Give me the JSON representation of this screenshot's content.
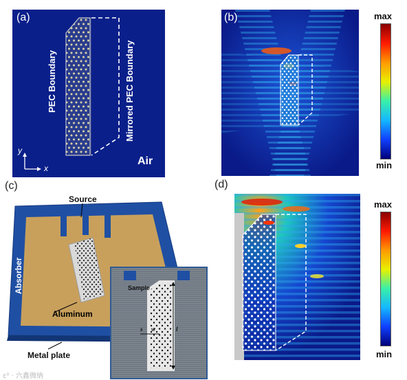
{
  "panels": {
    "a": {
      "label": "(a)",
      "pec": "PEC Boundary",
      "mirrored": "Mirrored PEC Boundary",
      "air": "Air",
      "axis_y": "y",
      "axis_x": "x"
    },
    "b": {
      "label": "(b)",
      "cbar_max": "max",
      "cbar_min": "min"
    },
    "c": {
      "label": "(c)",
      "source": "Source",
      "absorber": "Absorber",
      "aluminum": "Aluminum",
      "metal_plate": "Metal plate",
      "inset_sample": "Sample",
      "inset_s": "s",
      "inset_w": "w",
      "inset_l": "l"
    },
    "d": {
      "label": "(d)",
      "cbar_max": "max",
      "cbar_min": "min"
    }
  },
  "colors": {
    "navy": "#0a1f8a",
    "absorber_blue": "#1f4fa3",
    "copper": "#c8a05c",
    "dot": "#d8d3a8"
  },
  "watermark": "ε⁰ · 六鑫微纳"
}
